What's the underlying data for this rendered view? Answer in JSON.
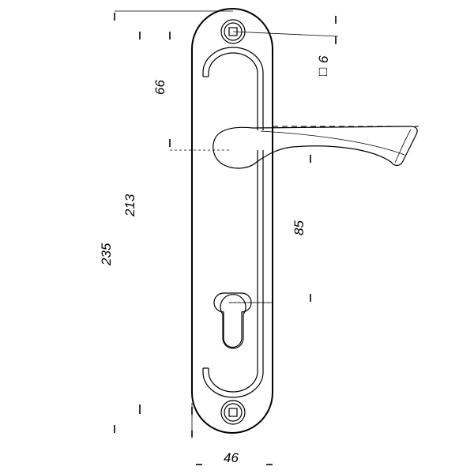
{
  "dimensions": {
    "total_height": "235",
    "spindle_to_cylinder": "213",
    "top_to_spindle": "66",
    "backset": "85",
    "plate_width": "46",
    "square_size": "6",
    "square_symbol": "□"
  }
}
